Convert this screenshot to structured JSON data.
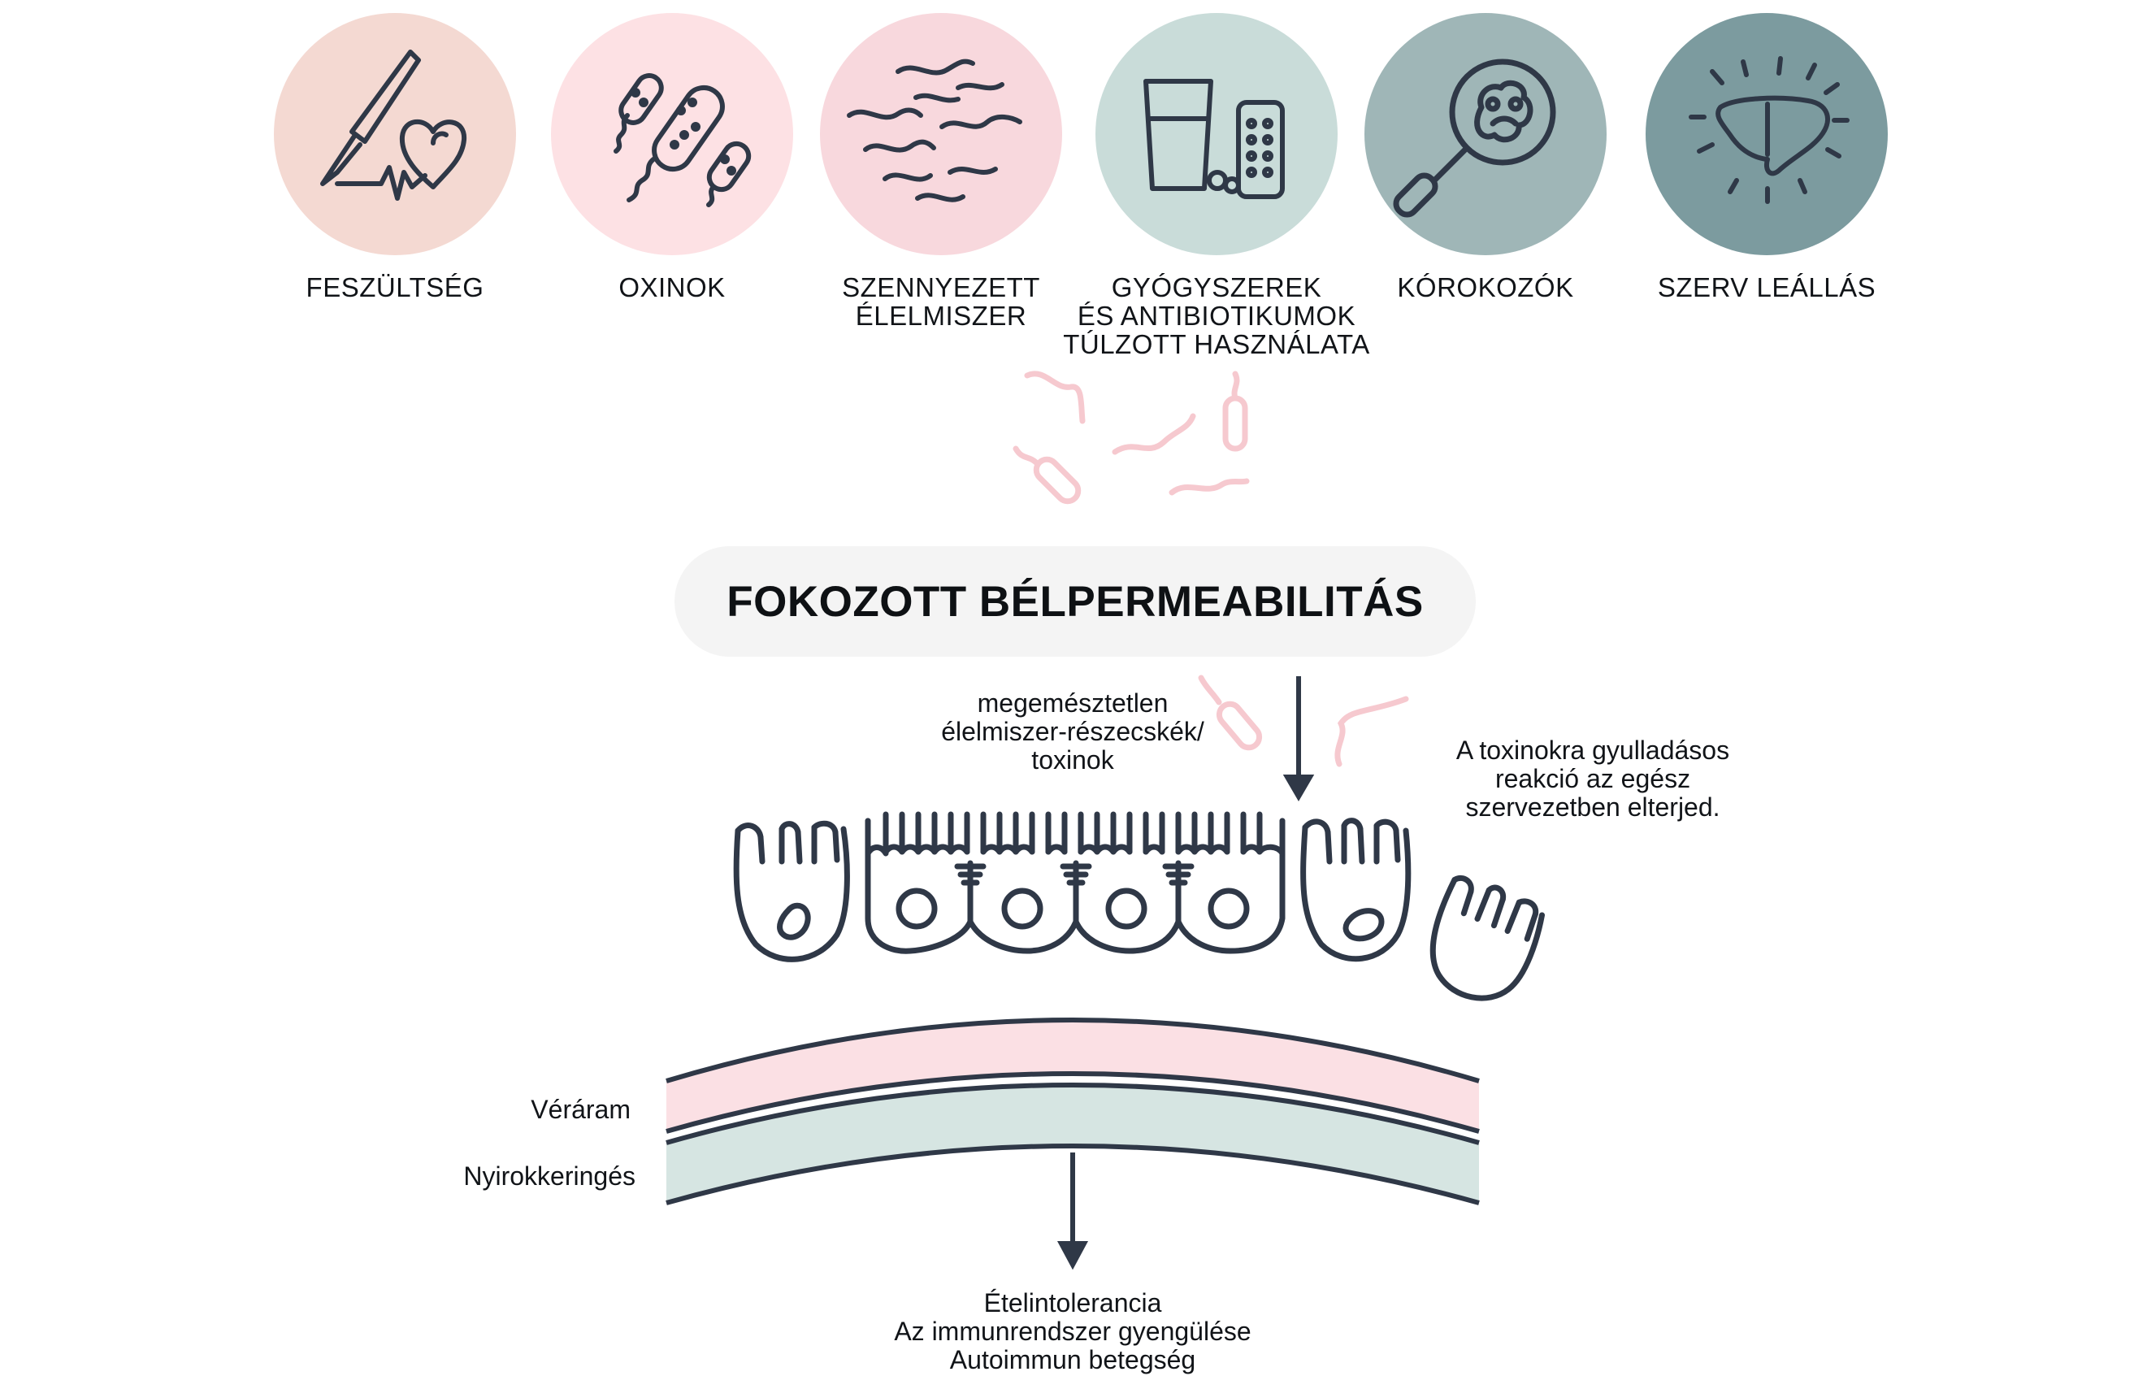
{
  "causes": [
    {
      "id": "stress",
      "label": [
        "FESZÜLTSÉG"
      ],
      "color": "#f4d9d2",
      "icon": "scalpel-heart-icon"
    },
    {
      "id": "toxins",
      "label": [
        "OXINOK"
      ],
      "color": "#fde1e4",
      "icon": "bacteria-icon"
    },
    {
      "id": "food",
      "label": [
        "SZENNYEZETT",
        "ÉLELMISZER"
      ],
      "color": "#f8d8dd",
      "icon": "worms-icon"
    },
    {
      "id": "drugs",
      "label": [
        "GYÓGYSZEREK",
        "ÉS ANTIBIOTIKUMOK",
        "TÚLZOTT HASZNÁLATA"
      ],
      "color": "#c9dcd9",
      "icon": "pills-glass-icon"
    },
    {
      "id": "pathogens",
      "label": [
        "KÓROKOZÓK"
      ],
      "color": "#9fb6b7",
      "icon": "magnifier-germ-icon"
    },
    {
      "id": "organ",
      "label": [
        "SZERV LEÁLLÁS"
      ],
      "color": "#7c9b9f",
      "icon": "liver-icon"
    }
  ],
  "title": "FOKOZOTT BÉLPERMEABILITÁS",
  "particles_label": [
    "megemésztetlen",
    "élelmiszer-részecskék/",
    "toxinok"
  ],
  "inflammation_label": [
    "A toxinokra gyulladásos",
    "reakció az egész",
    "szervezetben elterjed."
  ],
  "blood_label": "Véráram",
  "lymph_label": "Nyirokkeringés",
  "outcomes": [
    "Ételintolerancia",
    "Az immunrendszer gyengülése",
    "Autoimmun betegség"
  ],
  "colors": {
    "ink": "#2f3847",
    "blood": "#fbe0e4",
    "lymph": "#d6e5e2",
    "pink_germ": "#f6c9cf",
    "pill": "#f4f4f4"
  }
}
